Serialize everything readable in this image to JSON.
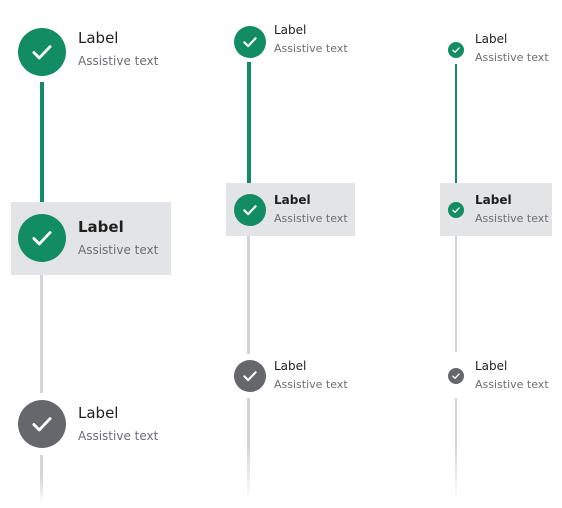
{
  "colors": {
    "complete": "#128c62",
    "current_bg": "#e3e4e6",
    "pending": "#66676c",
    "track_pending": "#d3d4d7"
  },
  "variants": [
    {
      "size": "large",
      "steps": [
        {
          "state": "complete",
          "icon": "check-icon",
          "label": "Label",
          "assistive": "Assistive text"
        },
        {
          "state": "current",
          "icon": "check-icon",
          "label": "Label",
          "assistive": "Assistive text"
        },
        {
          "state": "pending",
          "icon": "check-icon",
          "label": "Label",
          "assistive": "Assistive text"
        }
      ]
    },
    {
      "size": "medium",
      "steps": [
        {
          "state": "complete",
          "icon": "check-icon",
          "label": "Label",
          "assistive": "Assistive text"
        },
        {
          "state": "current",
          "icon": "check-icon",
          "label": "Label",
          "assistive": "Assistive text"
        },
        {
          "state": "pending",
          "icon": "check-icon",
          "label": "Label",
          "assistive": "Assistive text"
        }
      ]
    },
    {
      "size": "small",
      "steps": [
        {
          "state": "complete",
          "icon": "check-icon",
          "label": "Label",
          "assistive": "Assistive text"
        },
        {
          "state": "current",
          "icon": "check-icon",
          "label": "Label",
          "assistive": "Assistive text"
        },
        {
          "state": "pending",
          "icon": "check-icon",
          "label": "Label",
          "assistive": "Assistive text"
        }
      ]
    }
  ]
}
